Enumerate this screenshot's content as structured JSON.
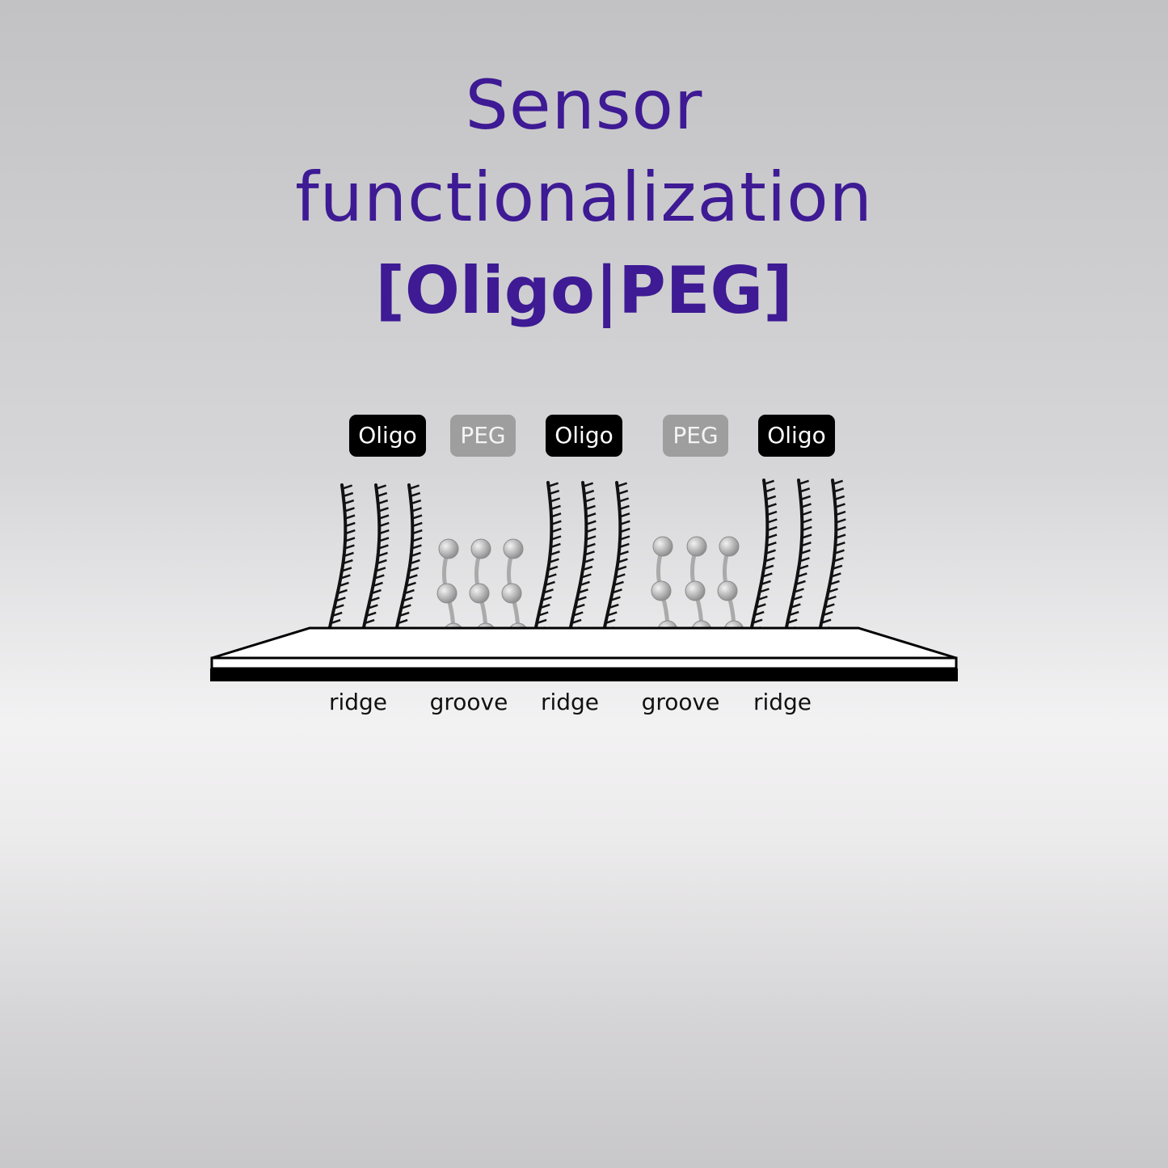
{
  "title": {
    "line1": "Sensor",
    "line2": "functionalization",
    "line3": "[Oligo|PEG]"
  },
  "labels": {
    "oligo1": "Oligo",
    "peg1": "PEG",
    "oligo2": "Oligo",
    "peg2": "PEG",
    "oligo3": "Oligo"
  },
  "regions": {
    "r1": "ridge",
    "r2": "groove",
    "r3": "ridge",
    "r4": "groove",
    "r5": "ridge"
  },
  "colors": {
    "title": "#3e1a94",
    "oligo_label_bg": "#000000",
    "peg_label_bg": "#9e9e9e",
    "strand": "#111111",
    "peg_bead": "#b8b8b8"
  }
}
